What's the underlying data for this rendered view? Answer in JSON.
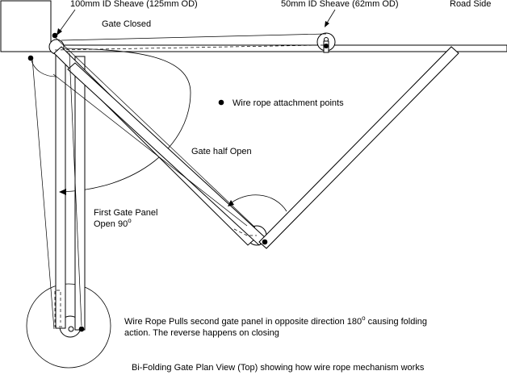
{
  "labels": {
    "sheave_large": "100mm ID Sheave (125mm OD)",
    "sheave_small": "50mm ID Sheave (62mm OD)",
    "road_side": "Road Side",
    "gate_closed": "Gate Closed",
    "attachment_legend": "Wire rope attachment points",
    "gate_half_open": "Gate half Open",
    "first_panel_line1": "First Gate Panel",
    "first_panel_line2": "Open 90",
    "first_panel_degree": "o",
    "wire_rope_line1_a": "Wire Rope Pulls second gate panel in opposite direction 180",
    "wire_rope_line1_deg": "o",
    "wire_rope_line1_b": " causing folding",
    "wire_rope_line2": "action.  The reverse happens on closing",
    "caption": "Bi-Folding Gate Plan View (Top) showing how wire rope mechanism works"
  },
  "colors": {
    "line": "#000000",
    "background": "#ffffff"
  }
}
